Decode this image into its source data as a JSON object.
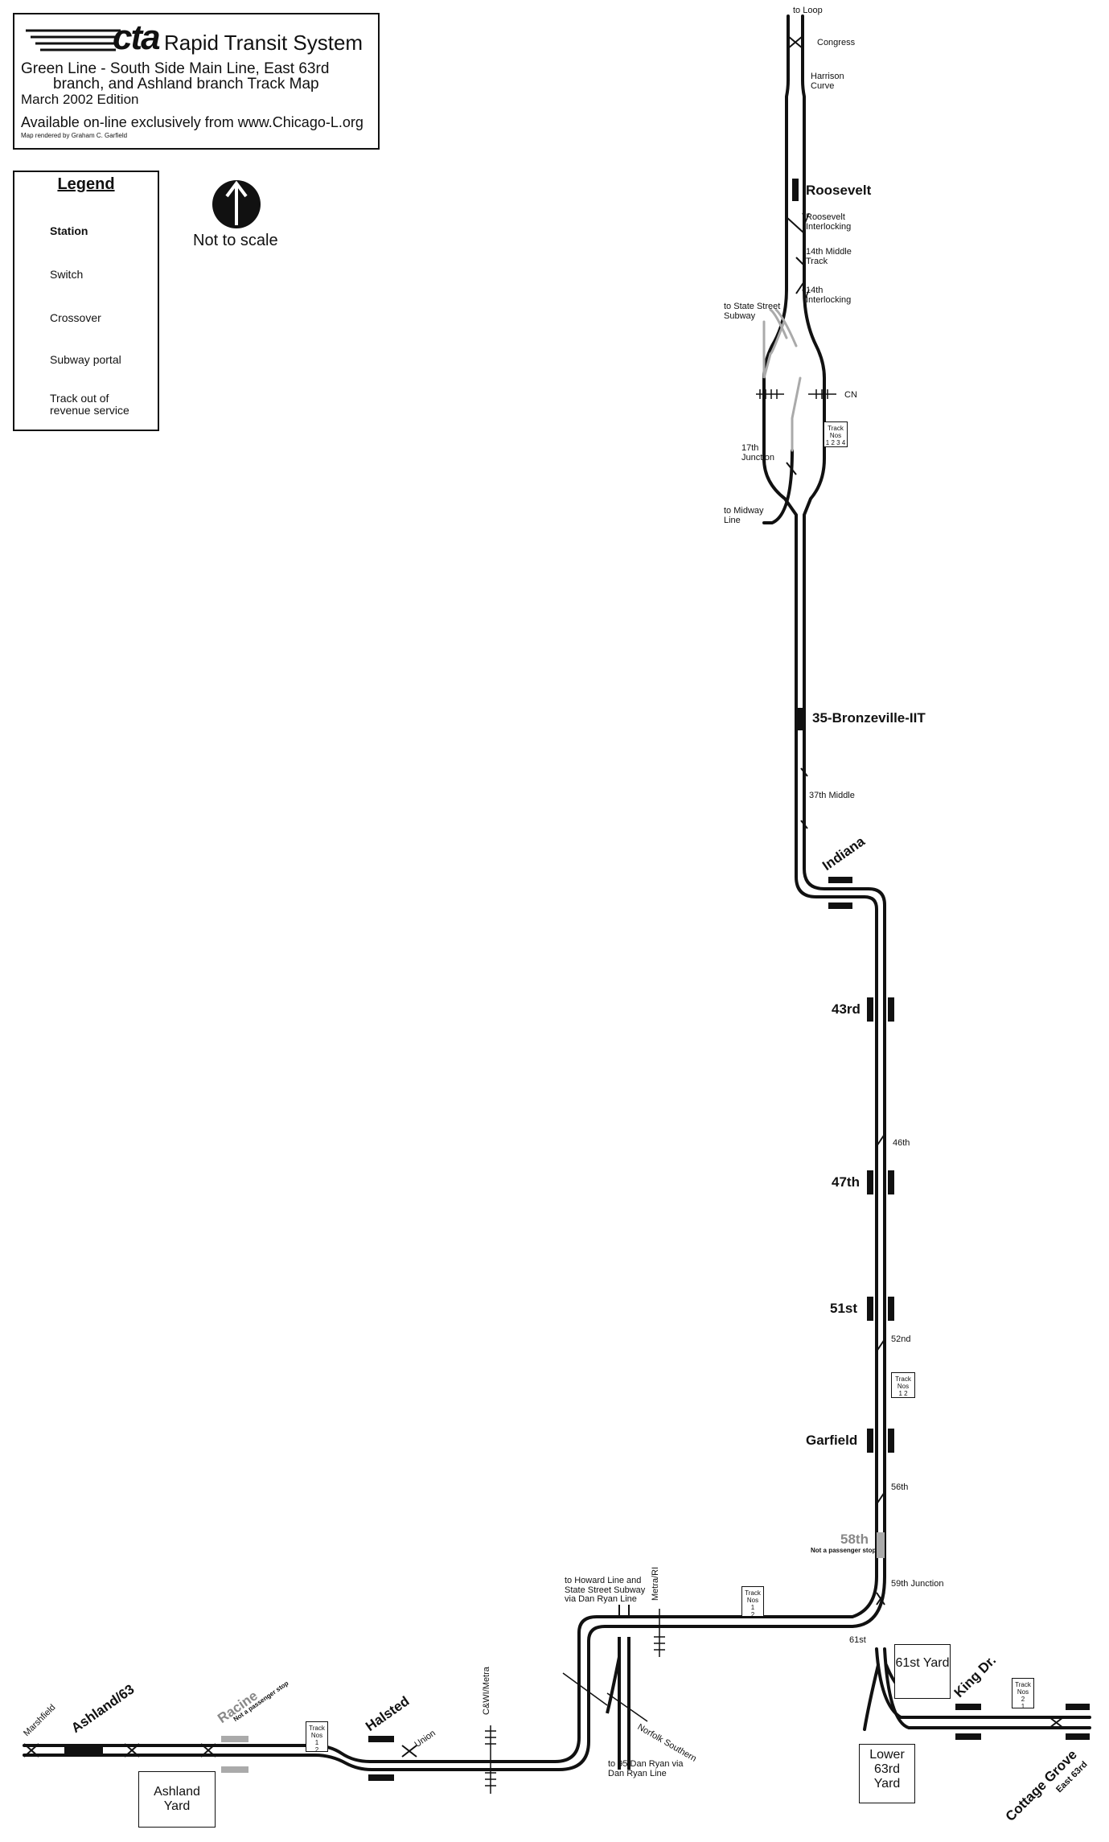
{
  "header": {
    "logo_text": "cta",
    "system_title": "Rapid Transit System",
    "subtitle_line1": "Green Line - South Side Main Line, East 63rd",
    "subtitle_line2": "branch, and Ashland branch Track Map",
    "edition": "March 2002 Edition",
    "online": "Available on-line exclusively from www.Chicago-L.org",
    "credit": "Map rendered by Graham C. Garfield"
  },
  "legend": {
    "title": "Legend",
    "items": [
      "Station",
      "Switch",
      "Crossover",
      "Subway portal",
      "Track out of revenue service"
    ]
  },
  "north": {
    "label": "Not to scale",
    "arrow_text": "NORTH"
  },
  "stations": {
    "roosevelt": "Roosevelt",
    "bronzeville": "35-Bronzeville-IIT",
    "indiana": "Indiana",
    "s43rd": "43rd",
    "s47th": "47th",
    "s51st": "51st",
    "garfield": "Garfield",
    "s58th": "58th",
    "s58th_note": "Not a passenger stop",
    "halsted": "Halsted",
    "racine": "Racine",
    "racine_note": "Not a passenger stop",
    "ashland63": "Ashland/63",
    "kingdr": "King Dr.",
    "cottagegrove": "Cottage Grove",
    "east63rd": "East 63rd"
  },
  "labels": {
    "to_loop": "to Loop",
    "congress": "Congress",
    "harrison": "Harrison Curve",
    "roosevelt_int": "Roosevelt Interlocking",
    "middle14": "14th Middle Track",
    "int14": "14th Interlocking",
    "to_state": "to State Street Subway",
    "cn": "CN",
    "junction17": "17th Junction",
    "to_midway": "to Midway Line",
    "middle37": "37th Middle",
    "l46": "46th",
    "l52": "52nd",
    "l56": "56th",
    "junction59": "59th Junction",
    "l61": "61st",
    "to_howard": "to Howard Line and State Street Subway via Dan Ryan Line",
    "metra_ri": "Metra/RI",
    "norfolk": "Norfolk Southern",
    "to_95": "to 95/Dan Ryan via Dan Ryan Line",
    "cw_metra": "C&WI/Metra",
    "union": "Union",
    "marshfield": "Marshfield"
  },
  "track_boxes": {
    "t1234": [
      "Track",
      "Nos",
      "1 2 3 4"
    ],
    "t12": [
      "Track",
      "Nos",
      "1 2"
    ],
    "t12v": [
      "Track",
      "Nos",
      "1",
      "2"
    ],
    "t21": [
      "Track",
      "Nos",
      "2",
      "1"
    ]
  },
  "yards": {
    "y61": "61st Yard",
    "lower63": "Lower 63rd Yard",
    "ashland": "Ashland Yard"
  },
  "colors": {
    "track": "#111111",
    "out_of_service": "#aaaaaa",
    "station": "#111111"
  }
}
